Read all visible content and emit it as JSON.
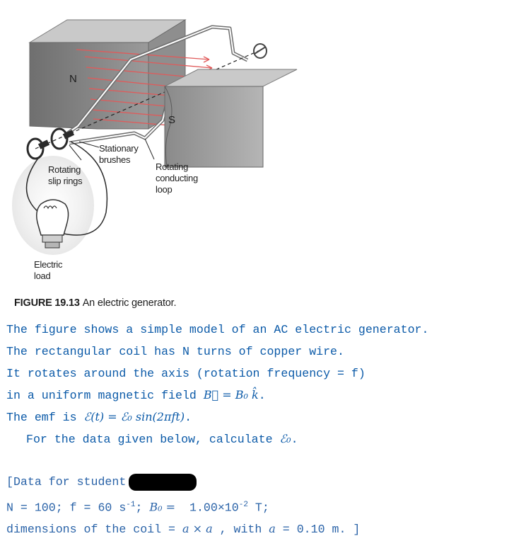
{
  "figure": {
    "labels": {
      "n_pole": "N",
      "s_pole": "S",
      "brushes": [
        "Stationary",
        "brushes"
      ],
      "slip_rings": [
        "Rotating",
        "slip rings"
      ],
      "loop": [
        "Rotating",
        "conducting",
        "loop"
      ],
      "load": [
        "Electric",
        "load"
      ]
    },
    "caption_number": "FIGURE 19.13",
    "caption_text": "An electric generator."
  },
  "problem": {
    "line1": "The figure shows a simple model of an AC electric generator.",
    "line2": "The rectangular coil has N turns of copper wire.",
    "line3": "It rotates around the axis (rotation frequency = f)",
    "line4_prefix": "in a uniform magnetic field ",
    "line4_math": "B⃗ = B₀ k̂",
    "line4_suffix": ".",
    "line5_prefix": "The emf is ",
    "line5_math": "ℰ(t) = ℰ₀ sin(2πft)",
    "line5_suffix": ".",
    "line6_prefix": "For the data given below, calculate ",
    "line6_math": "ℰ₀",
    "line6_suffix": "."
  },
  "data": {
    "header": "[Data for student",
    "row1_prefix": "N = 100; f = 60 s",
    "row1_exp": "-1",
    "row1_mid": "; ",
    "row1_math": "B₀ =",
    "row1_value": "  1.00×10",
    "row1_value_exp": "-2",
    "row1_unit": " T;",
    "row2_prefix": "dimensions of the coil = ",
    "row2_math": "a × a",
    "row2_mid": " , with ",
    "row2_math2": "a",
    "row2_suffix": " = 0.10 m. ]"
  },
  "colors": {
    "problem_text": "#0b5aa8",
    "field_lines": "#e05a5a",
    "caption": "#1e1e1e"
  }
}
